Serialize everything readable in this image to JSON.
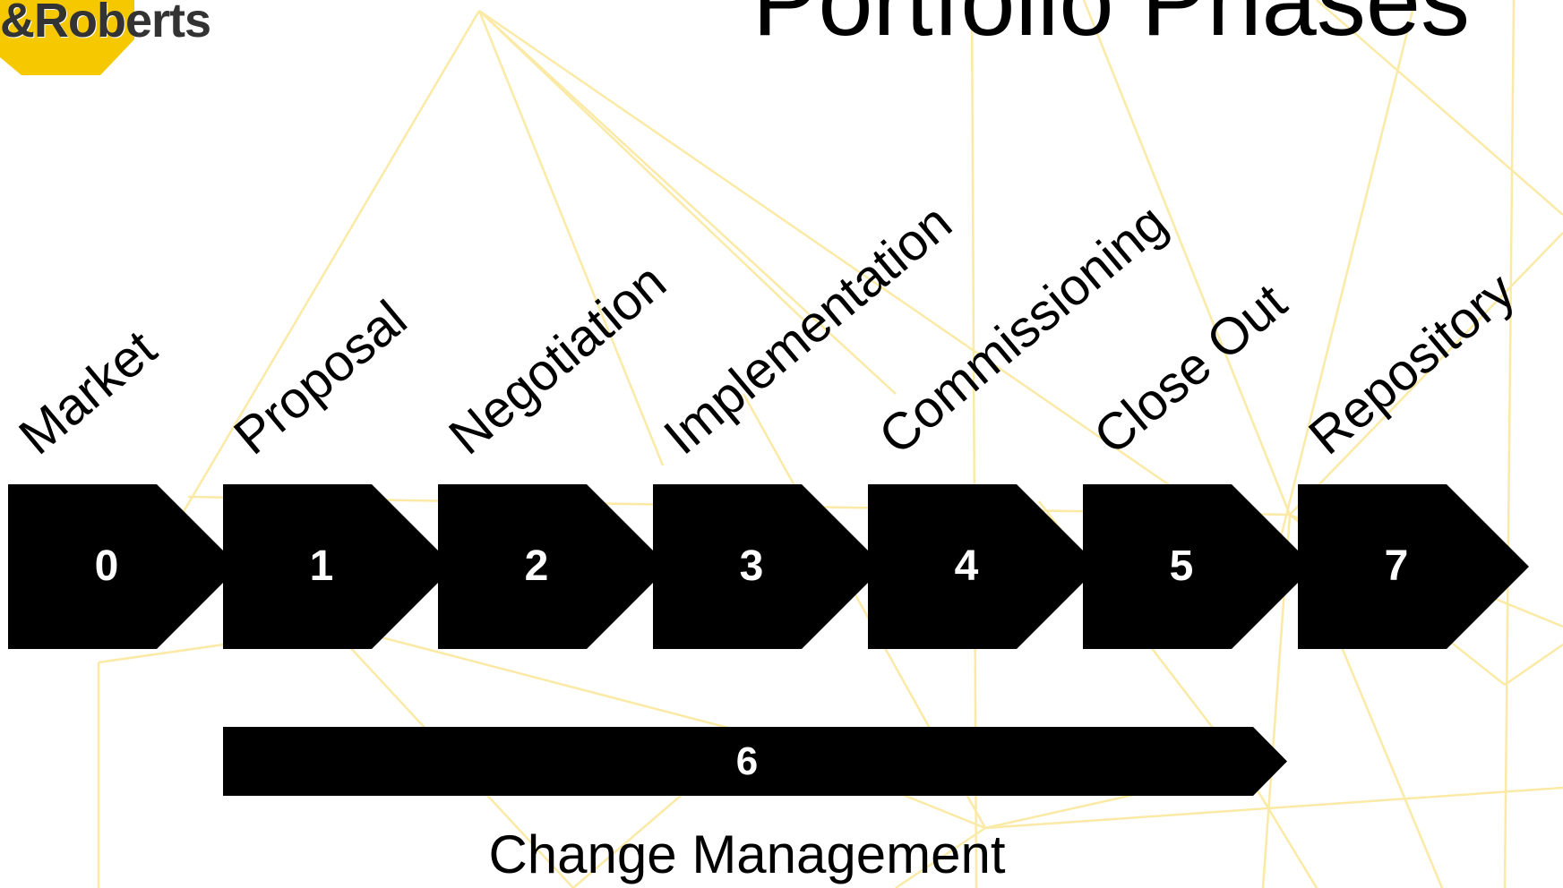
{
  "logo": {
    "text": "&Roberts",
    "badge_color": "#f5c800",
    "text_color": "#333333"
  },
  "title": "Portfolio Phases",
  "background_line_color": "#fbeaa6",
  "phases": [
    {
      "number": "0",
      "label": "Market"
    },
    {
      "number": "1",
      "label": "Proposal"
    },
    {
      "number": "2",
      "label": "Negotiation"
    },
    {
      "number": "3",
      "label": "Implementation"
    },
    {
      "number": "4",
      "label": "Commissioning"
    },
    {
      "number": "5",
      "label": "Close Out"
    },
    {
      "number": "7",
      "label": "Repository"
    }
  ],
  "change_management": {
    "number": "6",
    "label": "Change Management"
  },
  "colors": {
    "shape_fill": "#000000",
    "shape_text": "#ffffff"
  }
}
